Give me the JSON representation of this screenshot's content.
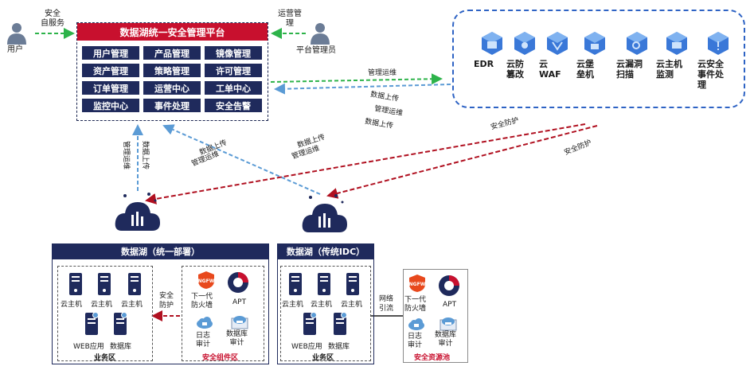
{
  "actors": {
    "user": "用户",
    "admin": "平台管理员",
    "user_flow": "安全\n自服务",
    "admin_flow": "运营管\n理"
  },
  "platform": {
    "title": "数据湖统一安全管理平台",
    "modules": [
      "用户管理",
      "产品管理",
      "镜像管理",
      "资产管理",
      "策略管理",
      "许可管理",
      "订单管理",
      "运营中心",
      "工单中心",
      "监控中心",
      "事件处理",
      "安全告警"
    ]
  },
  "cloud_services": [
    {
      "icon": "edr-cube-icon",
      "label": "EDR"
    },
    {
      "icon": "tamper-cube-icon",
      "label": "云防\n篡改"
    },
    {
      "icon": "waf-cube-icon",
      "label": "云\nWAF"
    },
    {
      "icon": "bastion-cube-icon",
      "label": "云堡\n垒机"
    },
    {
      "icon": "vuln-scan-cube-icon",
      "label": "云漏洞\n扫描"
    },
    {
      "icon": "host-monitor-cube-icon",
      "label": "云主机\n监测"
    },
    {
      "icon": "event-cube-icon",
      "label": "云安全\n事件处\n理"
    }
  ],
  "flows": {
    "mgmt_ops": "管理运维",
    "data_upload": "数据上传",
    "security_protect": "安全防护",
    "network_diversion": "网络\n引流",
    "sec_protect_short": "安全\n防护"
  },
  "lakes": {
    "unified": {
      "title": "数据湖（统一部署）",
      "servers": [
        "云主机",
        "云主机",
        "云主机"
      ],
      "web": "WEB应用",
      "db": "数据库",
      "zone": "业务区",
      "components_zone": "安全组件区"
    },
    "idc": {
      "title": "数据湖（传统IDC）",
      "servers": [
        "云主机",
        "云主机",
        "云主机"
      ],
      "web": "WEB应用",
      "db": "数据库",
      "zone": "业务区",
      "pool_zone": "安全资源池"
    }
  },
  "components": {
    "ngfw": "下一代\n防火墙",
    "apt": "APT",
    "log_audit": "日志\n审计",
    "db_audit": "数据库\n审计",
    "ngfw_badge": "NGFW"
  },
  "colors": {
    "navy": "#1f2a5c",
    "red": "#c8102e",
    "green": "#2db34a",
    "blue_dash": "#5b9bd5",
    "cloud_blue": "#2e63c4"
  }
}
